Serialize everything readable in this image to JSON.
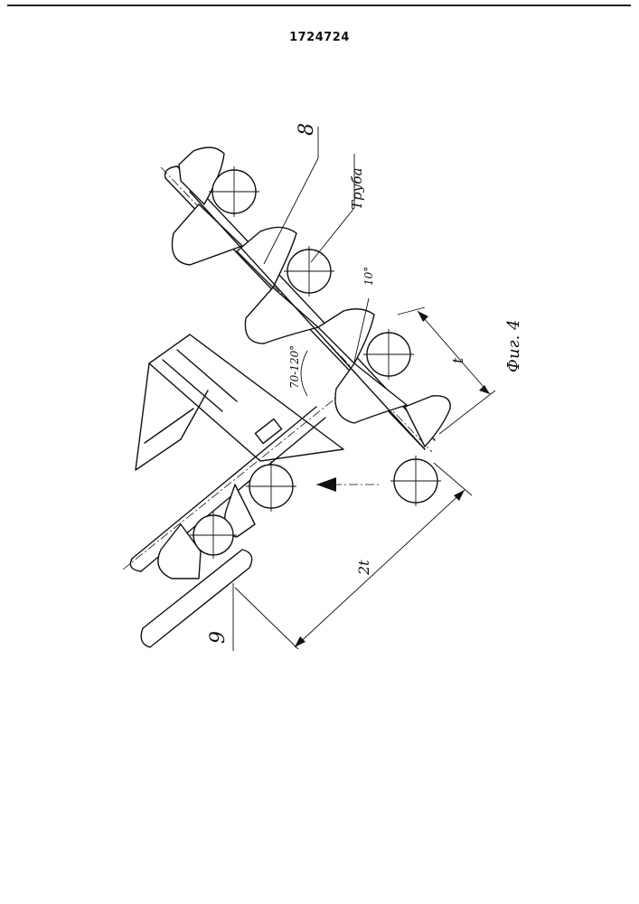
{
  "document": {
    "patent_number": "1724724"
  },
  "figure": {
    "caption": "Фиг. 4",
    "labels": {
      "ref_8": "8",
      "ref_9": "9",
      "pipe": "Труба",
      "angle_small": "10°",
      "angle_range": "70-120°",
      "pitch": "t",
      "double_pitch": "2t"
    }
  }
}
